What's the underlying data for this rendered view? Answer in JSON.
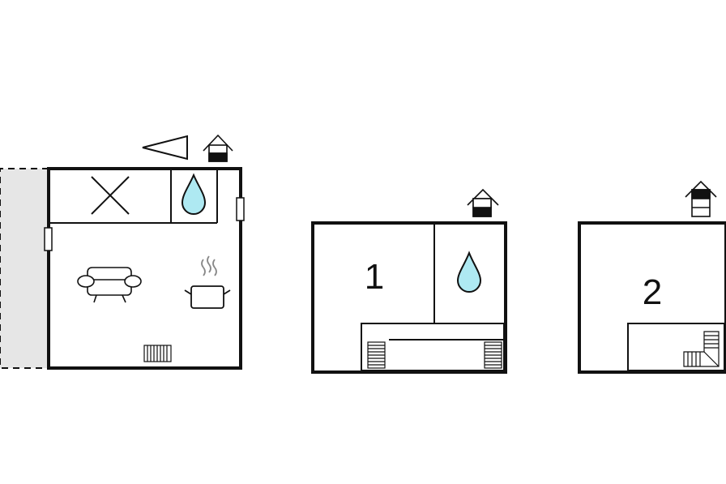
{
  "floor_plans": [
    {
      "id": "ground-floor",
      "room_number": ""
    },
    {
      "id": "first-floor",
      "room_number": "1"
    },
    {
      "id": "second-floor",
      "room_number": "2"
    }
  ],
  "colors": {
    "wall": "#111111",
    "water_drop": "#aee9f2",
    "terrace": "#e6e6e6"
  },
  "icons": [
    "compass-arrow-icon",
    "floor-indicator-icon",
    "sofa-icon",
    "cooking-pot-icon",
    "water-drop-icon",
    "radiator-icon",
    "stairs-icon",
    "double-bed-cross-icon"
  ]
}
